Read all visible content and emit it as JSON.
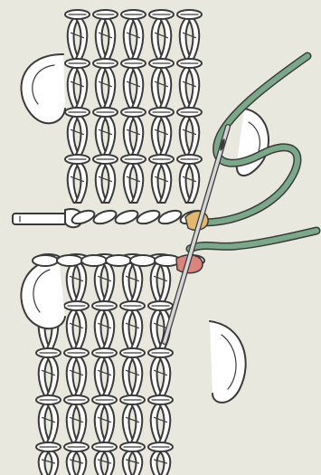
{
  "illustration": {
    "subject": "crochet-fabric-seaming",
    "yarn_color": "#e9e8df",
    "outline_color": "#3a3a3a",
    "sewing_yarn_color": "#7aa889",
    "upper_stitch_marker_color": "#e0b870",
    "lower_stitch_marker_color": "#d9857e",
    "needle_color": "#c9c9c9",
    "stitch_columns": 5,
    "icons": [
      "crochet-panel-upper",
      "crochet-panel-lower",
      "yarn-needle",
      "sewing-yarn",
      "yarn-tail"
    ]
  }
}
